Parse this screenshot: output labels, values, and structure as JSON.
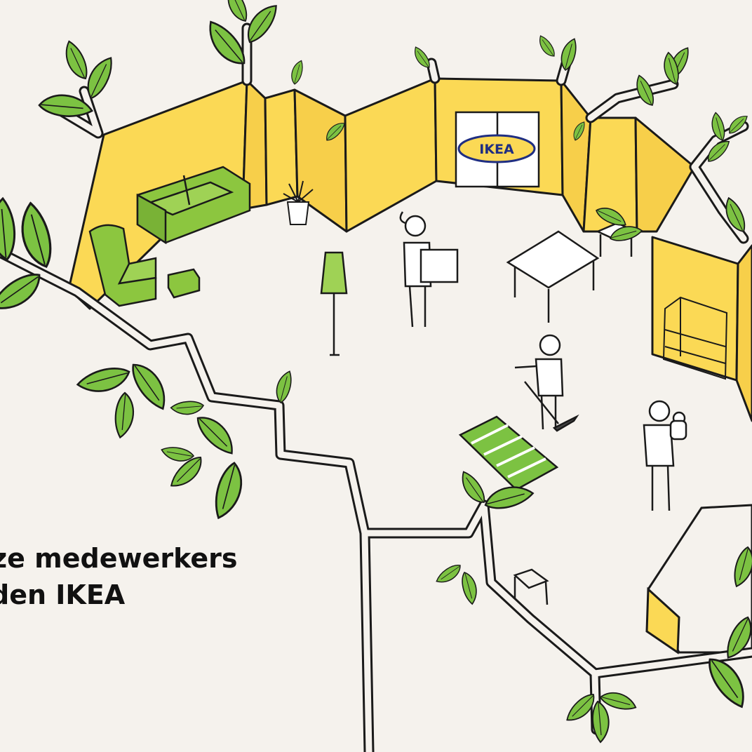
{
  "scene": {
    "store_sign": "IKEA",
    "caption": {
      "line1": "ze medewerkers",
      "line2": "den IKEA"
    },
    "colors": {
      "background": "#f5f2ed",
      "wall_yellow": "#fbd955",
      "leaf_green": "#7cc242",
      "furniture_green": "#8cc63f",
      "outline": "#1a1a1a",
      "logo_blue": "#1f2e82"
    },
    "elements": [
      "tree-branches",
      "leaf-icons",
      "yellow-store-walls",
      "ikea-entrance-door",
      "green-sofa",
      "green-armchair",
      "green-footstool",
      "potted-plant",
      "floor-lamp",
      "white-table",
      "small-chair",
      "shelving-unit",
      "striped-rug",
      "worker-carrying-box",
      "worker-sweeping",
      "worker-holding-baby",
      "step-stool"
    ]
  }
}
